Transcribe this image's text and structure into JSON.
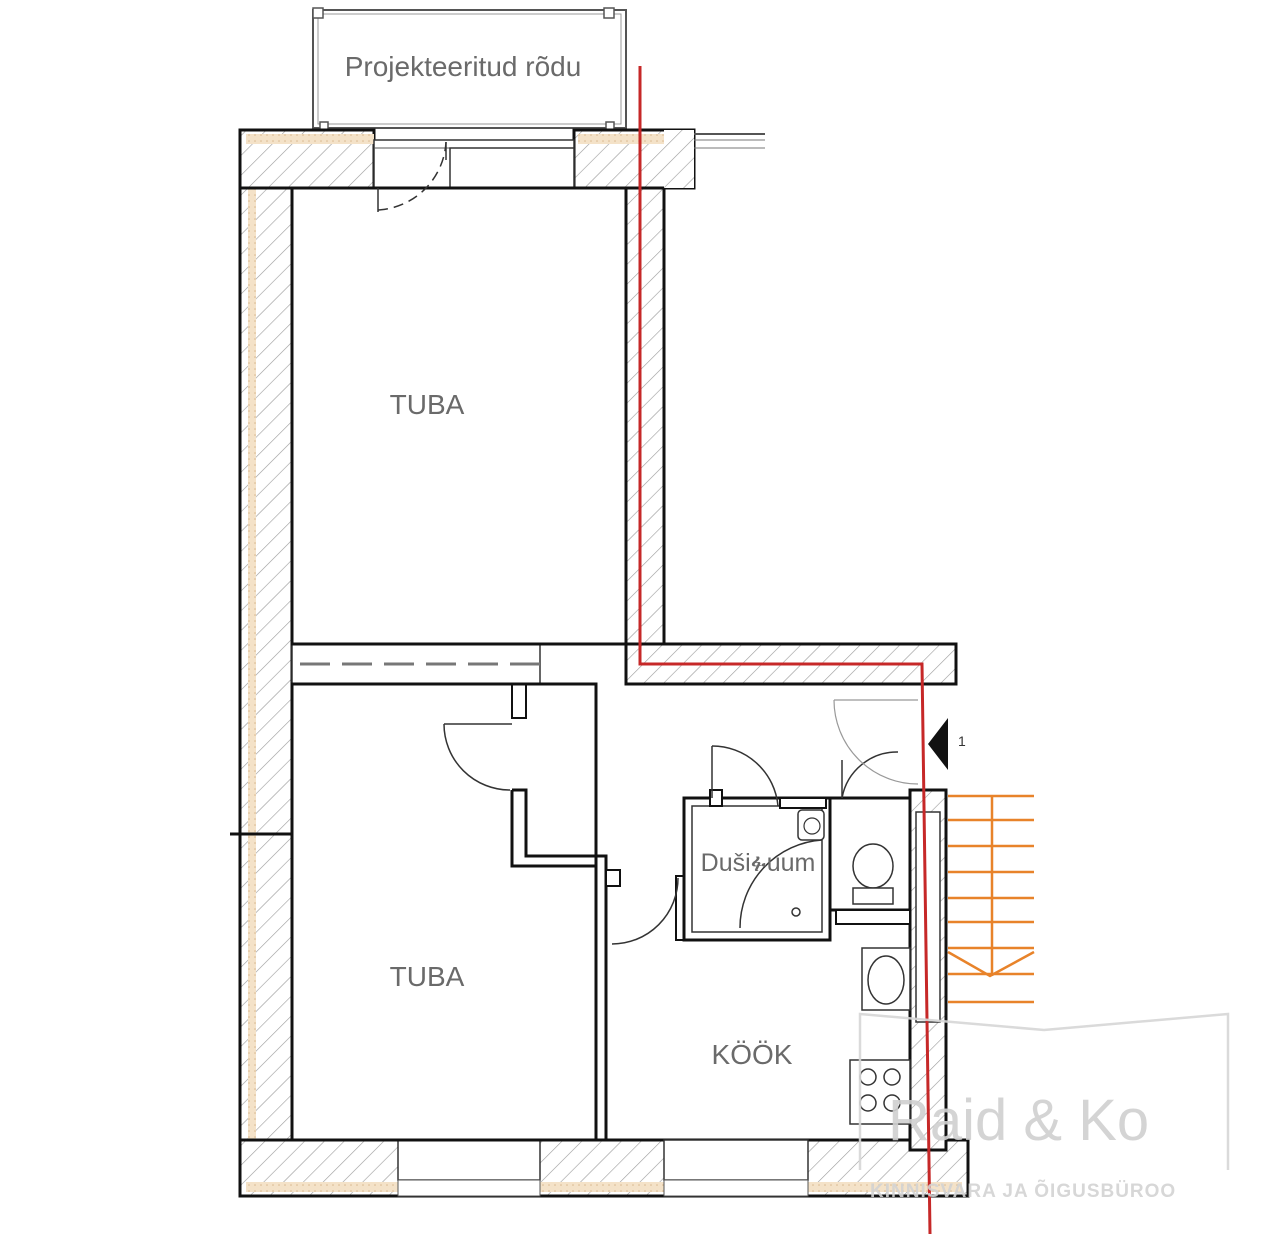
{
  "plan": {
    "balcony_label": "Projekteeritud rõdu",
    "rooms": {
      "room_top": "TUBA",
      "room_bottom": "TUBA",
      "shower": "Dušiፉuum",
      "kitchen": "KÖÖK"
    },
    "watermark": {
      "name": "Raid & Ko",
      "tagline": "KINNISVARA JA ÕIGUSBÜROO"
    },
    "entrance_marker": "1"
  },
  "colors": {
    "wall": "#111111",
    "hatch": "#9a9a9a",
    "insulation": "#f2dcc0",
    "red_line": "#c62828",
    "stairs": "#e8832a",
    "text": "#6a6a6a"
  }
}
